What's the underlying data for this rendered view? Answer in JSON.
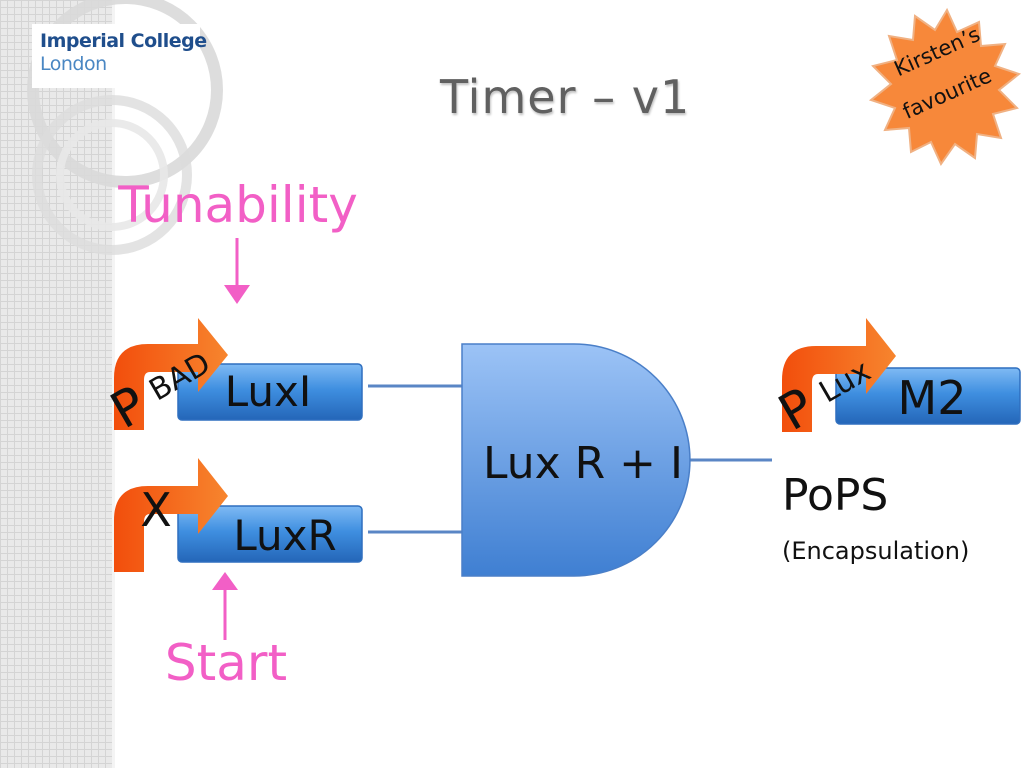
{
  "logo": {
    "line1": "Imperial College",
    "line2": "London"
  },
  "title": "Timer – v1",
  "badge": {
    "line1": "Kirsten’s",
    "line2": "favourite",
    "color": "#f7883a"
  },
  "labels": {
    "tunability": "Tunability",
    "start": "Start",
    "pops": "PoPS",
    "encapsulation": "(Encapsulation)"
  },
  "promoters": {
    "pbad": {
      "letter": "P",
      "subscript": "BAD"
    },
    "x": {
      "letter": "X"
    },
    "plux": {
      "letter": "P",
      "subscript": "Lux"
    }
  },
  "genes": {
    "luxi": "LuxI",
    "luxr": "LuxR",
    "m2": "M2"
  },
  "gate": {
    "label": "Lux R + I"
  },
  "colors": {
    "pink": "#f25fc6",
    "promoter_orange": "#f26a12",
    "gene_blue": "#3f8fe0",
    "gate_blue": "#7aa9ec",
    "wire_blue": "#5a86c5",
    "title_gray": "#606060"
  }
}
